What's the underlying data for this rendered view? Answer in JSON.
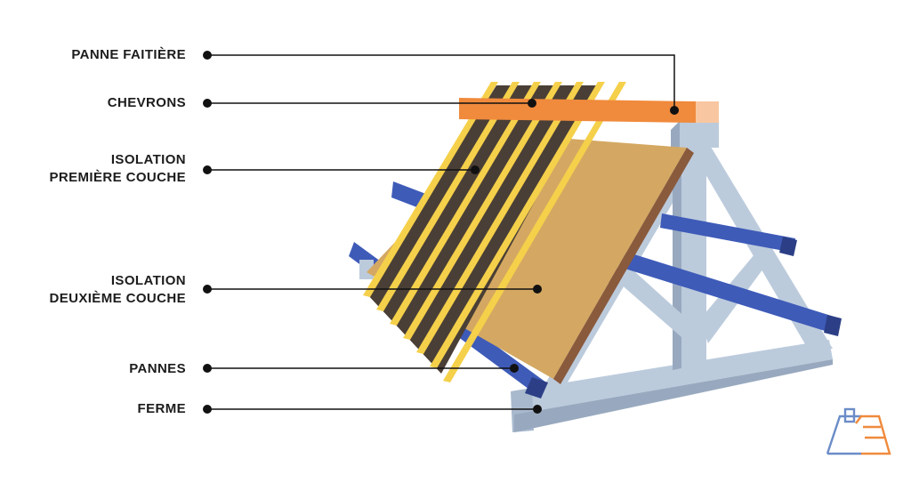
{
  "labels": [
    {
      "id": "panne-faitiere",
      "lines": [
        "PANNE FAITIÈRE"
      ]
    },
    {
      "id": "chevrons",
      "lines": [
        "CHEVRONS"
      ]
    },
    {
      "id": "isolation-premiere",
      "lines": [
        "ISOLATION",
        "PREMIÈRE COUCHE"
      ]
    },
    {
      "id": "isolation-deuxieme",
      "lines": [
        "ISOLATION",
        "DEUXIÈME COUCHE"
      ]
    },
    {
      "id": "pannes",
      "lines": [
        "PANNES"
      ]
    },
    {
      "id": "ferme",
      "lines": [
        "FERME"
      ]
    }
  ],
  "colors": {
    "ridge_beam": "#f08a3c",
    "ridge_beam_end": "#f8c6a0",
    "rafters": "#f5d04a",
    "insulation_first": "#4a3f36",
    "insulation_second": "#d4a862",
    "insulation_edge": "#8a5a3c",
    "purlins": "#3e5bb8",
    "truss": "#bccbdc",
    "truss_shadow": "#98a9bf",
    "leader_lines": "#111111"
  },
  "icons": {
    "logo": "house-logo-icon"
  }
}
